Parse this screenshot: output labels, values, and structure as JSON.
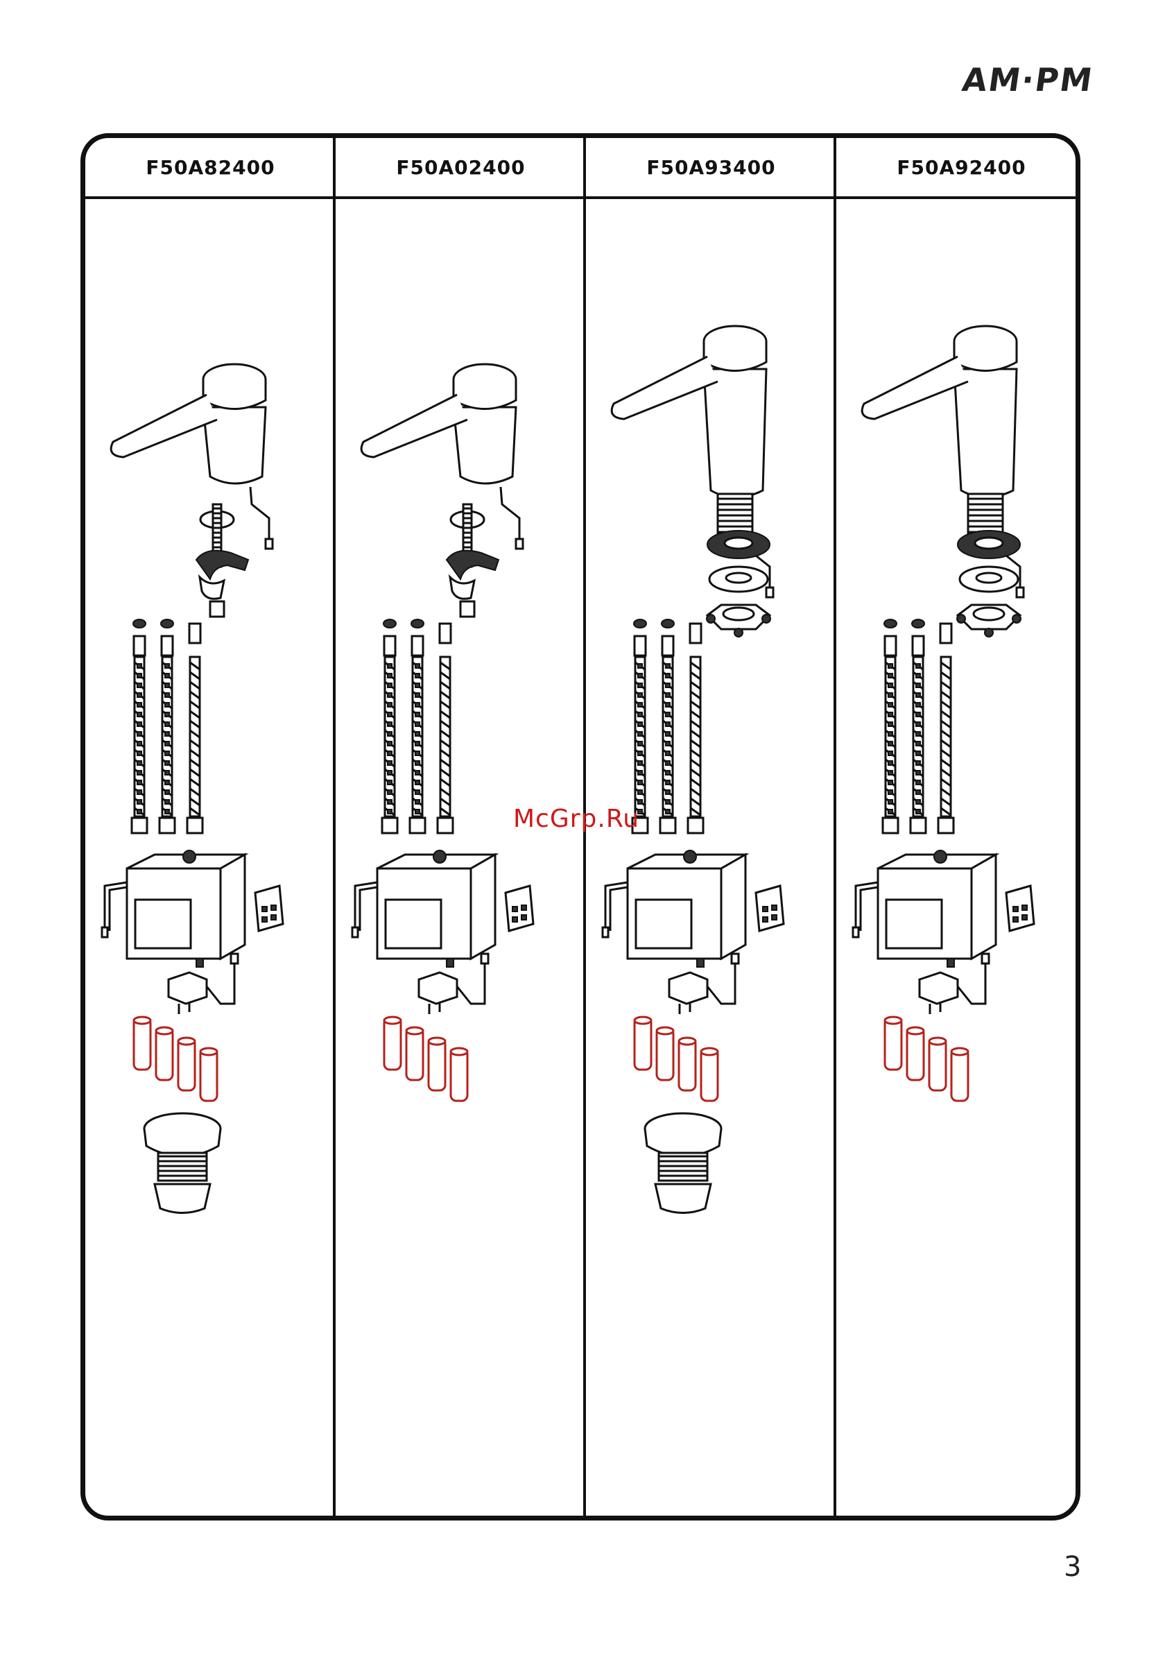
{
  "brand": "AM·PM",
  "columns": [
    {
      "code": "F50A82400",
      "spout": "short",
      "mount": "stud",
      "drain": true
    },
    {
      "code": "F50A02400",
      "spout": "short",
      "mount": "stud",
      "drain": false
    },
    {
      "code": "F50A93400",
      "spout": "tall",
      "mount": "flange",
      "drain": true
    },
    {
      "code": "F50A92400",
      "spout": "tall",
      "mount": "flange",
      "drain": false
    }
  ],
  "watermark": "McGrp.Ru",
  "page_number": "3",
  "colors": {
    "line": "#111111",
    "battery": "#b5211a",
    "watermark": "#d01818"
  }
}
